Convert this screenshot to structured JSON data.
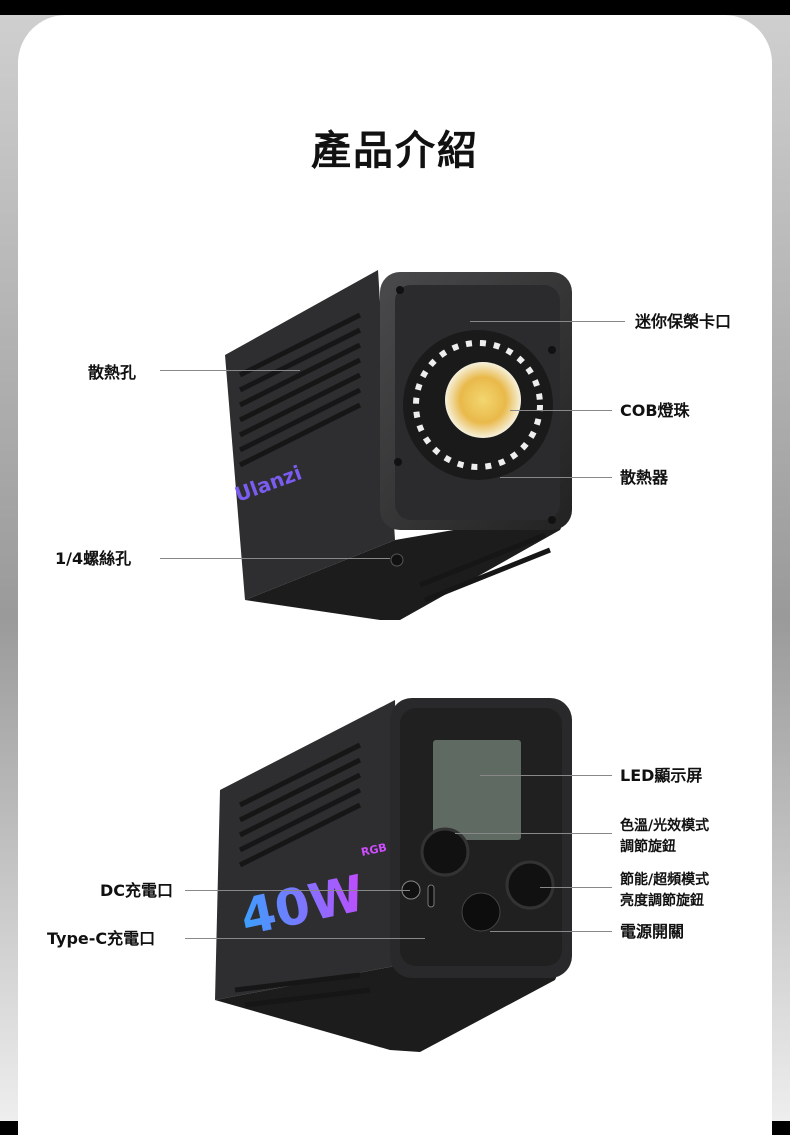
{
  "title": "產品介紹",
  "top_product": {
    "brand": "Ulanzi",
    "labels": {
      "vents": "散熱孔",
      "mount": "迷你保榮卡口",
      "cob": "COB燈珠",
      "heatsink": "散熱器",
      "screw": "1/4螺絲孔"
    }
  },
  "bottom_product": {
    "power_badge": "40W",
    "rgb_badge": "RGB",
    "labels": {
      "display": "LED顯示屏",
      "cct_knob_1": "色溫/光效模式",
      "cct_knob_2": "調節旋鈕",
      "dim_knob_1": "節能/超頻模式",
      "dim_knob_2": "亮度調節旋鈕",
      "power_switch": "電源開關",
      "dc_port": "DC充電口",
      "typec_port": "Type-C充電口"
    }
  }
}
